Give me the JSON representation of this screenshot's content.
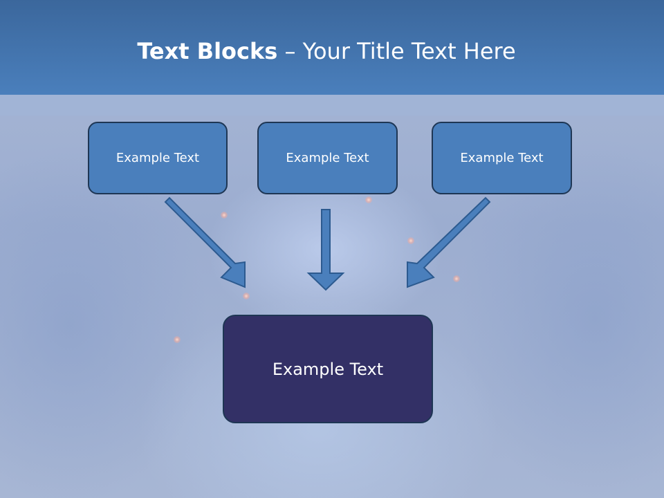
{
  "slide": {
    "title_bold": "Text Blocks",
    "title_rest": " – Your Title Text Here"
  },
  "boxes": [
    {
      "label": "Example Text"
    },
    {
      "label": "Example Text"
    },
    {
      "label": "Example Text"
    }
  ],
  "main_box": {
    "label": "Example Text"
  },
  "colors": {
    "header": "#4a7fbc",
    "box_fill": "#4a7fbc",
    "box_border": "#1e3654",
    "main_box_fill": "#333066",
    "arrow_fill": "#4a7fbc"
  },
  "icons": [
    "arrow-down-right",
    "arrow-down",
    "arrow-down-left"
  ]
}
